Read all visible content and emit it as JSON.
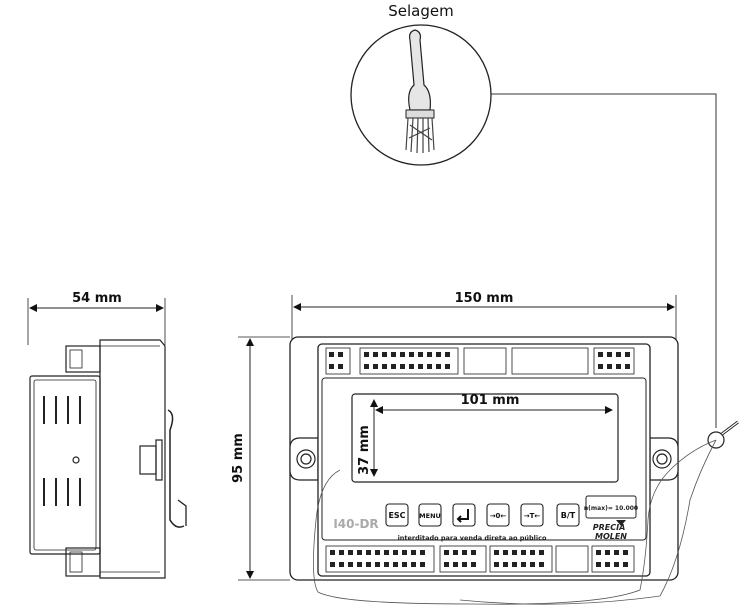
{
  "seal": {
    "title": "Selagem"
  },
  "dimensions": {
    "side_width": "54 mm",
    "front_width": "150 mm",
    "height": "95 mm",
    "display_width": "101 mm",
    "display_height": "37 mm"
  },
  "device": {
    "model": "I40-DR",
    "notice": "interditado para venda direta ao público",
    "capacity": "n(max)= 10.000",
    "brand_top": "PRECIA",
    "brand_bottom": "MOLEN",
    "keys": [
      "ESC",
      "MENU",
      "enter",
      "→0←",
      "→T←",
      "B/T"
    ]
  }
}
